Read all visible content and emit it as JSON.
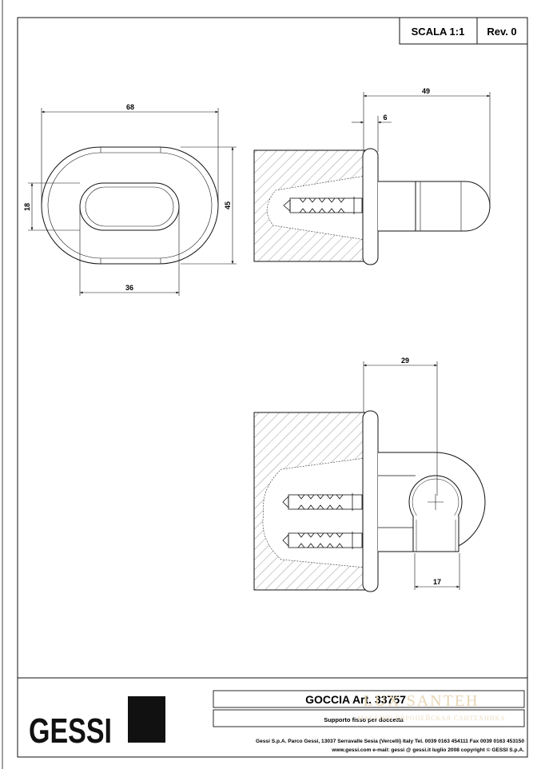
{
  "header": {
    "scale": "SCALA 1:1",
    "revision": "Rev. 0"
  },
  "dimensions": {
    "front_width": "68",
    "front_inner_height": "18",
    "front_height": "45",
    "front_inner_width": "36",
    "side_depth": "49",
    "side_plate": "6",
    "bottom_depth": "29",
    "bottom_cup": "17"
  },
  "title_block": {
    "logo": "GESSI",
    "product": "GOCCIA  Art. 33757",
    "description": "Supporto fisso per doccetta",
    "address": "Gessi S.p.A. Parco Gessi, 13037 Serravalle Sesia (Vercelli) Italy Tel. 0039  0163 454111 Fax 0039 0163 453150",
    "web": "www.gessi.com e-mail: gessi @ gessi.it luglio 2008 copyright © GESSI S.p.A."
  },
  "watermark": {
    "brand": "LUX SANTEH",
    "tagline": "МАГАЗИН ЕВРОПЕЙСКАЯ САНТЕХНИКА"
  }
}
